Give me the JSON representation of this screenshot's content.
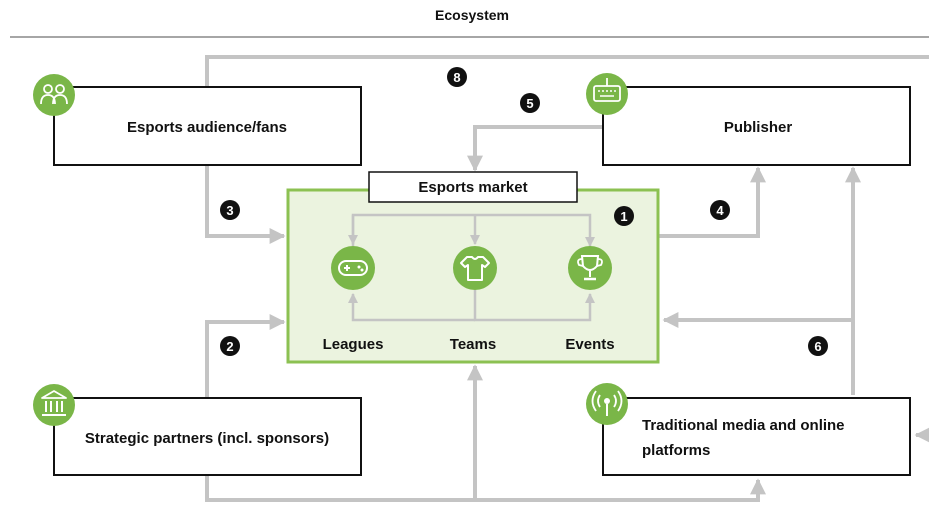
{
  "title": "Ecosystem",
  "boxes": {
    "audience": "Esports audience/fans",
    "publisher": "Publisher",
    "market": "Esports market",
    "partners": "Strategic partners (incl. sponsors)",
    "media_line1": "Traditional media and online",
    "media_line2": "platforms"
  },
  "market_items": {
    "leagues": "Leagues",
    "teams": "Teams",
    "events": "Events"
  },
  "badges": {
    "b1": "1",
    "b2": "2",
    "b3": "3",
    "b4": "4",
    "b5": "5",
    "b6": "6",
    "b8": "8"
  },
  "colors": {
    "icon_green": "#7ab648",
    "market_fill": "#ebf3df",
    "market_border": "#8cc152",
    "arrow_gray": "#c4c4c4",
    "box_border": "#111111",
    "badge_fill": "#111111"
  },
  "icons": {
    "audience": "people-icon",
    "publisher": "keyboard-icon",
    "leagues": "gamepad-icon",
    "teams": "tshirt-icon",
    "events": "trophy-icon",
    "partners": "institution-icon",
    "media": "broadcast-icon"
  }
}
